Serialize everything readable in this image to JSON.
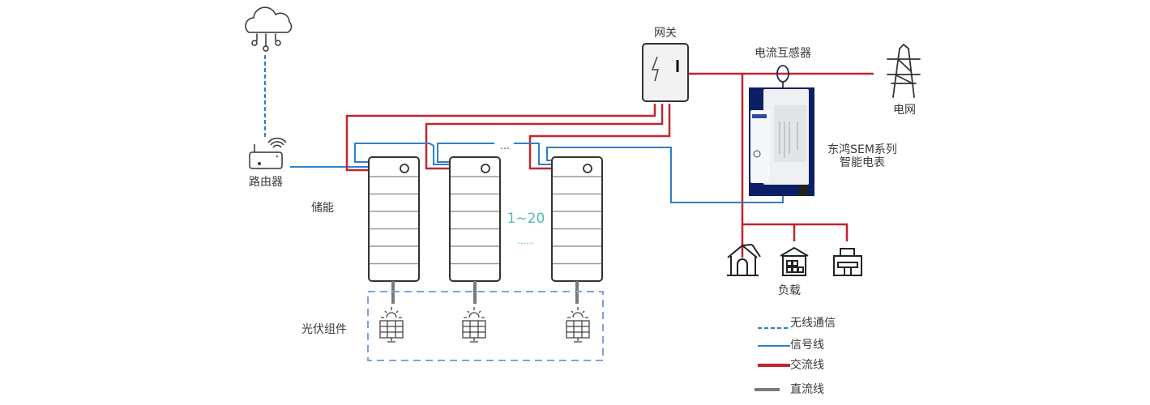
{
  "colors": {
    "ac": "#c0262f",
    "signal": "#2f7fc8",
    "wireless": "#2f7fc8",
    "dc": "#7a7a7a",
    "pv_group_border": "#7ea3d8",
    "icon_stroke": "#333333",
    "quantity_text": "#4fbdb3",
    "meter_bg": "#0b1f66"
  },
  "labels": {
    "router": "路由器",
    "gateway": "网关",
    "current_transformer": "电流互感器",
    "grid": "电网",
    "meter_line1": "东鸿SEM系列",
    "meter_line2": "智能电表",
    "storage": "储能",
    "quantity": "1~20",
    "quantity_dots": "......",
    "top_dots": "...",
    "pv": "光伏组件",
    "load": "负载"
  },
  "icons": {
    "cloud": "cloud-icon",
    "router": "router-icon",
    "gateway": "gateway-icon",
    "ct": "current-transformer-icon",
    "grid": "power-tower-icon",
    "meter": "smart-meter-image",
    "battery": "battery-cabinet-icon",
    "solar": "solar-panel-icon",
    "house": "house-icon",
    "warehouse": "warehouse-icon",
    "factory": "factory-icon"
  },
  "legend": [
    {
      "label": "无线通信",
      "style": "wireless"
    },
    {
      "label": "信号线",
      "style": "signal"
    },
    {
      "label": "交流线",
      "style": "ac"
    },
    {
      "label": "直流线",
      "style": "dc"
    }
  ]
}
